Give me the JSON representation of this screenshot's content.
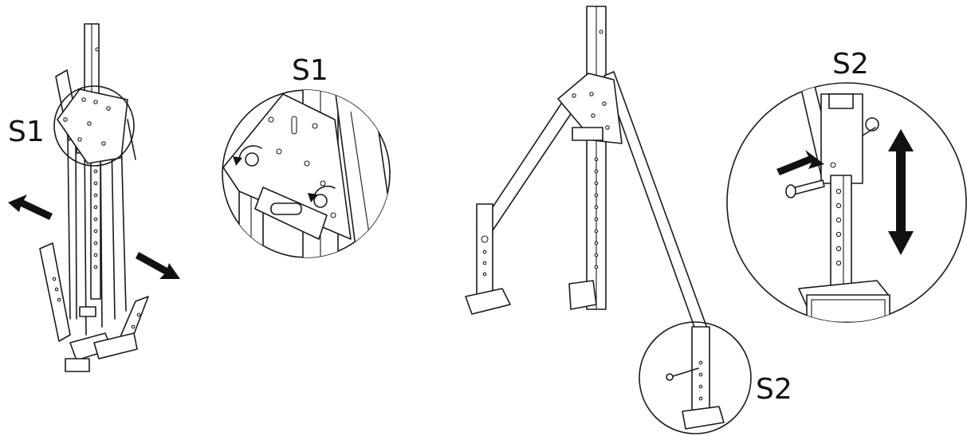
{
  "labels": {
    "s1_left": "S1",
    "s1_detail": "S1",
    "s2_detail": "S2",
    "s2_right": "S2"
  },
  "colors": {
    "ink": "#111111",
    "background": "#ffffff"
  },
  "icons": {
    "arrow_left": "arrow-left-icon",
    "arrow_right": "arrow-right-icon",
    "arrow_insert": "arrow-insert-icon",
    "arrow_updown": "double-arrow-updown-icon",
    "rotate": "rotate-icon"
  }
}
